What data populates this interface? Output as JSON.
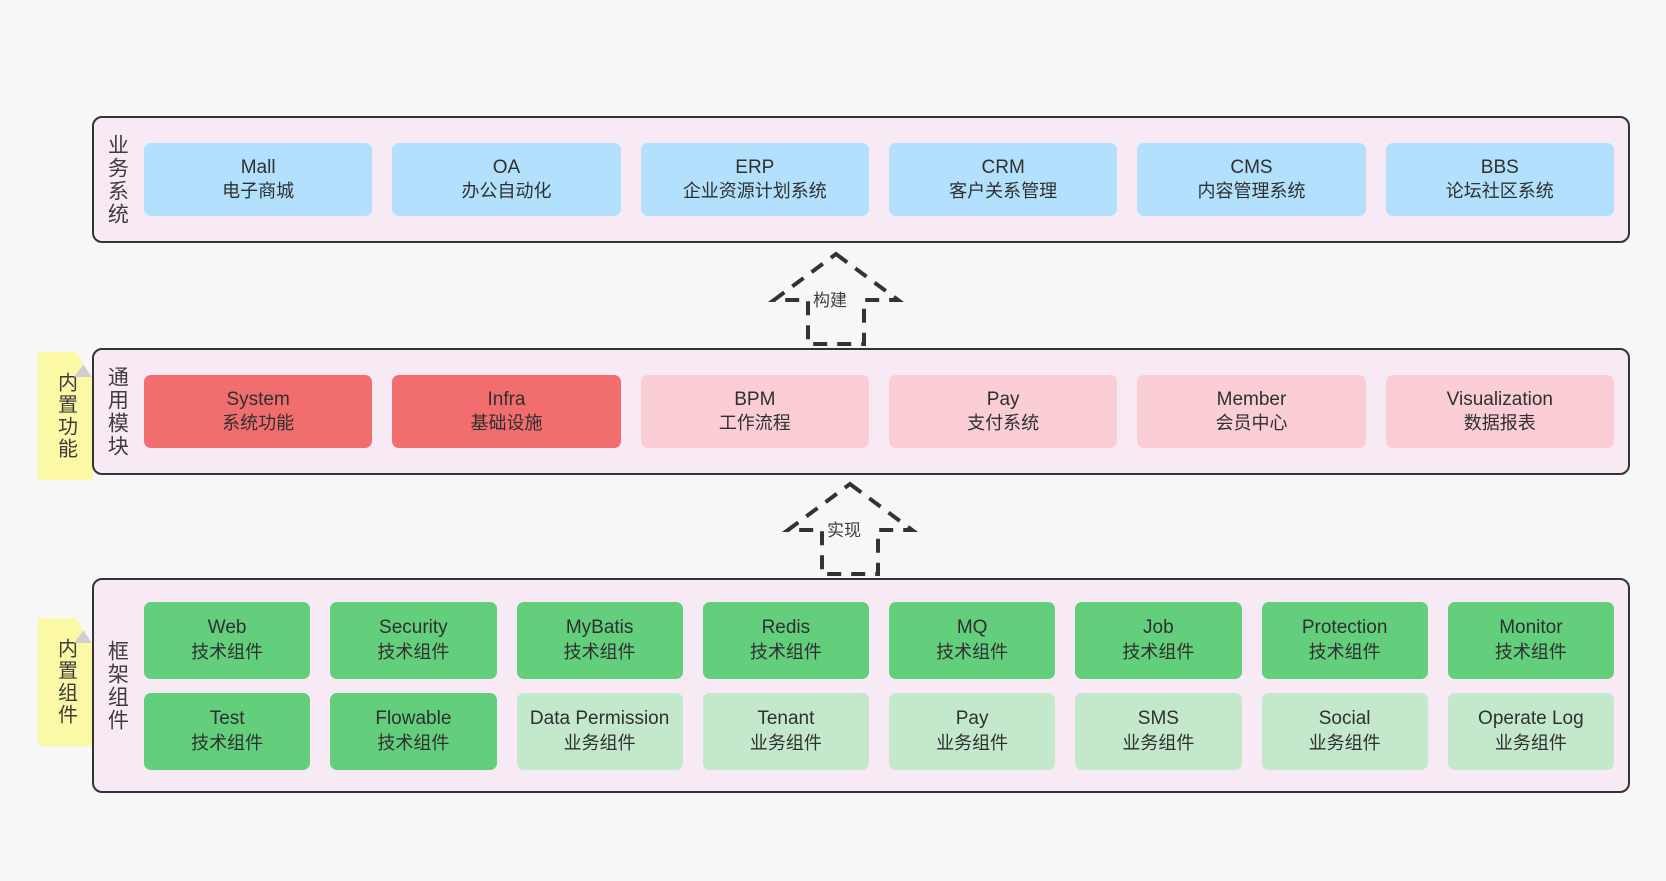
{
  "diagram": {
    "background": "#f7f7f7",
    "layer_fill": "#f8eaf4",
    "layer_border": "#333333",
    "note_fill": "#fbf8a6",
    "colors": {
      "blue": "#b3e0fc",
      "red": "#f26d6d",
      "pink": "#fbcdd4",
      "green": "#63ce7c",
      "light_green": "#c3e8cb"
    }
  },
  "notes": [
    {
      "id": "builtin-function",
      "label": "内置功能"
    },
    {
      "id": "builtin-component",
      "label": "内置组件"
    }
  ],
  "connectors": [
    {
      "id": "build",
      "label": "构建"
    },
    {
      "id": "impl",
      "label": "实现"
    }
  ],
  "layers": [
    {
      "id": "business",
      "title": "业务系统",
      "rows": [
        {
          "cards": [
            {
              "en": "Mall",
              "cn": "电子商城",
              "color": "blue"
            },
            {
              "en": "OA",
              "cn": "办公自动化",
              "color": "blue"
            },
            {
              "en": "ERP",
              "cn": "企业资源计划系统",
              "color": "blue"
            },
            {
              "en": "CRM",
              "cn": "客户关系管理",
              "color": "blue"
            },
            {
              "en": "CMS",
              "cn": "内容管理系统",
              "color": "blue"
            },
            {
              "en": "BBS",
              "cn": "论坛社区系统",
              "color": "blue"
            }
          ]
        }
      ]
    },
    {
      "id": "common",
      "title": "通用模块",
      "rows": [
        {
          "cards": [
            {
              "en": "System",
              "cn": "系统功能",
              "color": "red"
            },
            {
              "en": "Infra",
              "cn": "基础设施",
              "color": "red"
            },
            {
              "en": "BPM",
              "cn": "工作流程",
              "color": "pink"
            },
            {
              "en": "Pay",
              "cn": "支付系统",
              "color": "pink"
            },
            {
              "en": "Member",
              "cn": "会员中心",
              "color": "pink"
            },
            {
              "en": "Visualization",
              "cn": "数据报表",
              "color": "pink"
            }
          ]
        }
      ]
    },
    {
      "id": "frame",
      "title": "框架组件",
      "rows": [
        {
          "cards": [
            {
              "en": "Web",
              "cn": "技术组件",
              "color": "green"
            },
            {
              "en": "Security",
              "cn": "技术组件",
              "color": "green"
            },
            {
              "en": "MyBatis",
              "cn": "技术组件",
              "color": "green"
            },
            {
              "en": "Redis",
              "cn": "技术组件",
              "color": "green"
            },
            {
              "en": "MQ",
              "cn": "技术组件",
              "color": "green"
            },
            {
              "en": "Job",
              "cn": "技术组件",
              "color": "green"
            },
            {
              "en": "Protection",
              "cn": "技术组件",
              "color": "green"
            },
            {
              "en": "Monitor",
              "cn": "技术组件",
              "color": "green"
            }
          ]
        },
        {
          "cards": [
            {
              "en": "Test",
              "cn": "技术组件",
              "color": "green"
            },
            {
              "en": "Flowable",
              "cn": "技术组件",
              "color": "green"
            },
            {
              "en": "Data Permission",
              "cn": "业务组件",
              "color": "light_green"
            },
            {
              "en": "Tenant",
              "cn": "业务组件",
              "color": "light_green"
            },
            {
              "en": "Pay",
              "cn": "业务组件",
              "color": "light_green"
            },
            {
              "en": "SMS",
              "cn": "业务组件",
              "color": "light_green"
            },
            {
              "en": "Social",
              "cn": "业务组件",
              "color": "light_green"
            },
            {
              "en": "Operate Log",
              "cn": "业务组件",
              "color": "light_green"
            }
          ]
        }
      ]
    }
  ]
}
